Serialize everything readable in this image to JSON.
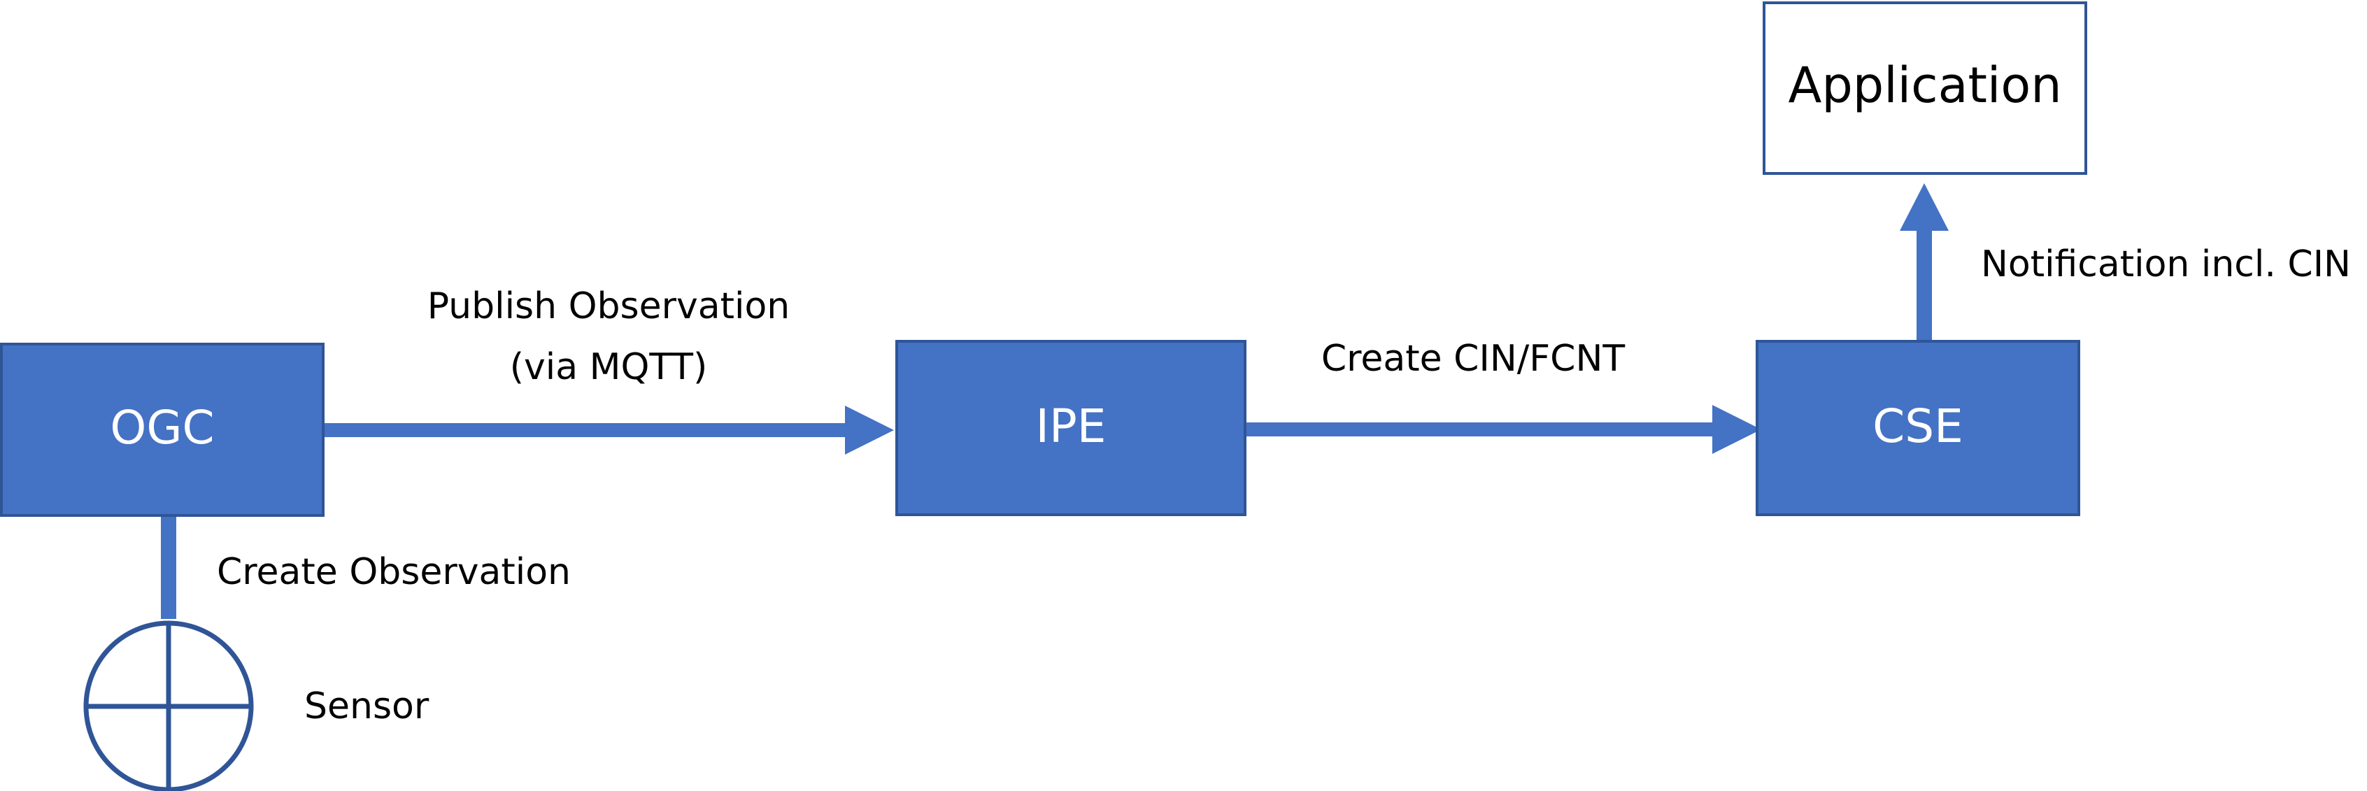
{
  "colors": {
    "box_fill": "#4472C4",
    "box_stroke": "#2F5597",
    "arrow": "#4472C4",
    "sensor_stroke": "#2F5597",
    "text_dark": "#000000",
    "text_light": "#ffffff"
  },
  "nodes": {
    "ogc": "OGC",
    "ipe": "IPE",
    "cse": "CSE",
    "application": "Application",
    "sensor": "Sensor"
  },
  "edges": {
    "ogc_to_ipe_line1": "Publish Observation",
    "ogc_to_ipe_line2": "(via MQTT)",
    "ipe_to_cse": "Create CIN/FCNT",
    "cse_to_app": "Notification incl. CIN",
    "sensor_to_ogc": "Create Observation"
  }
}
